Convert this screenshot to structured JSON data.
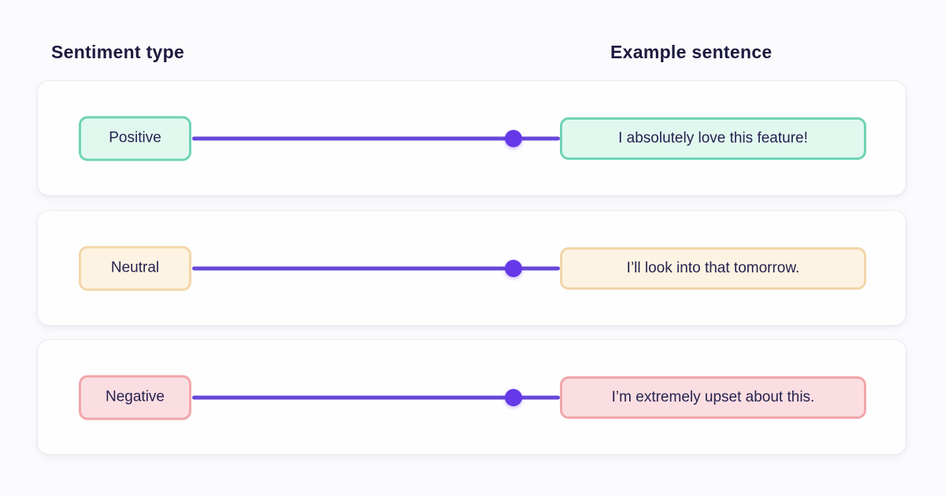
{
  "page": {
    "background": "#fbfbfd",
    "card_background": "#fefeff",
    "header_text_color": "#1d1a3e",
    "body_text_color": "#262250"
  },
  "headers": {
    "left": "Sentiment type",
    "right": "Example sentence"
  },
  "connector": {
    "line_color": "#6647d8",
    "dot_color": "#6639e8"
  },
  "rows": [
    {
      "id": "positive",
      "label": "Positive",
      "example": "I absolutely love this feature!",
      "bg": "#e1f8ef",
      "border": "#6fd3b6"
    },
    {
      "id": "neutral",
      "label": "Neutral",
      "example": "I’ll look into that tomorrow.",
      "bg": "#fdf3e2",
      "border": "#f2d6a8"
    },
    {
      "id": "negative",
      "label": "Negative",
      "example": "I’m extremely upset about this.",
      "bg": "#fbdee1",
      "border": "#f1a6ab"
    }
  ]
}
